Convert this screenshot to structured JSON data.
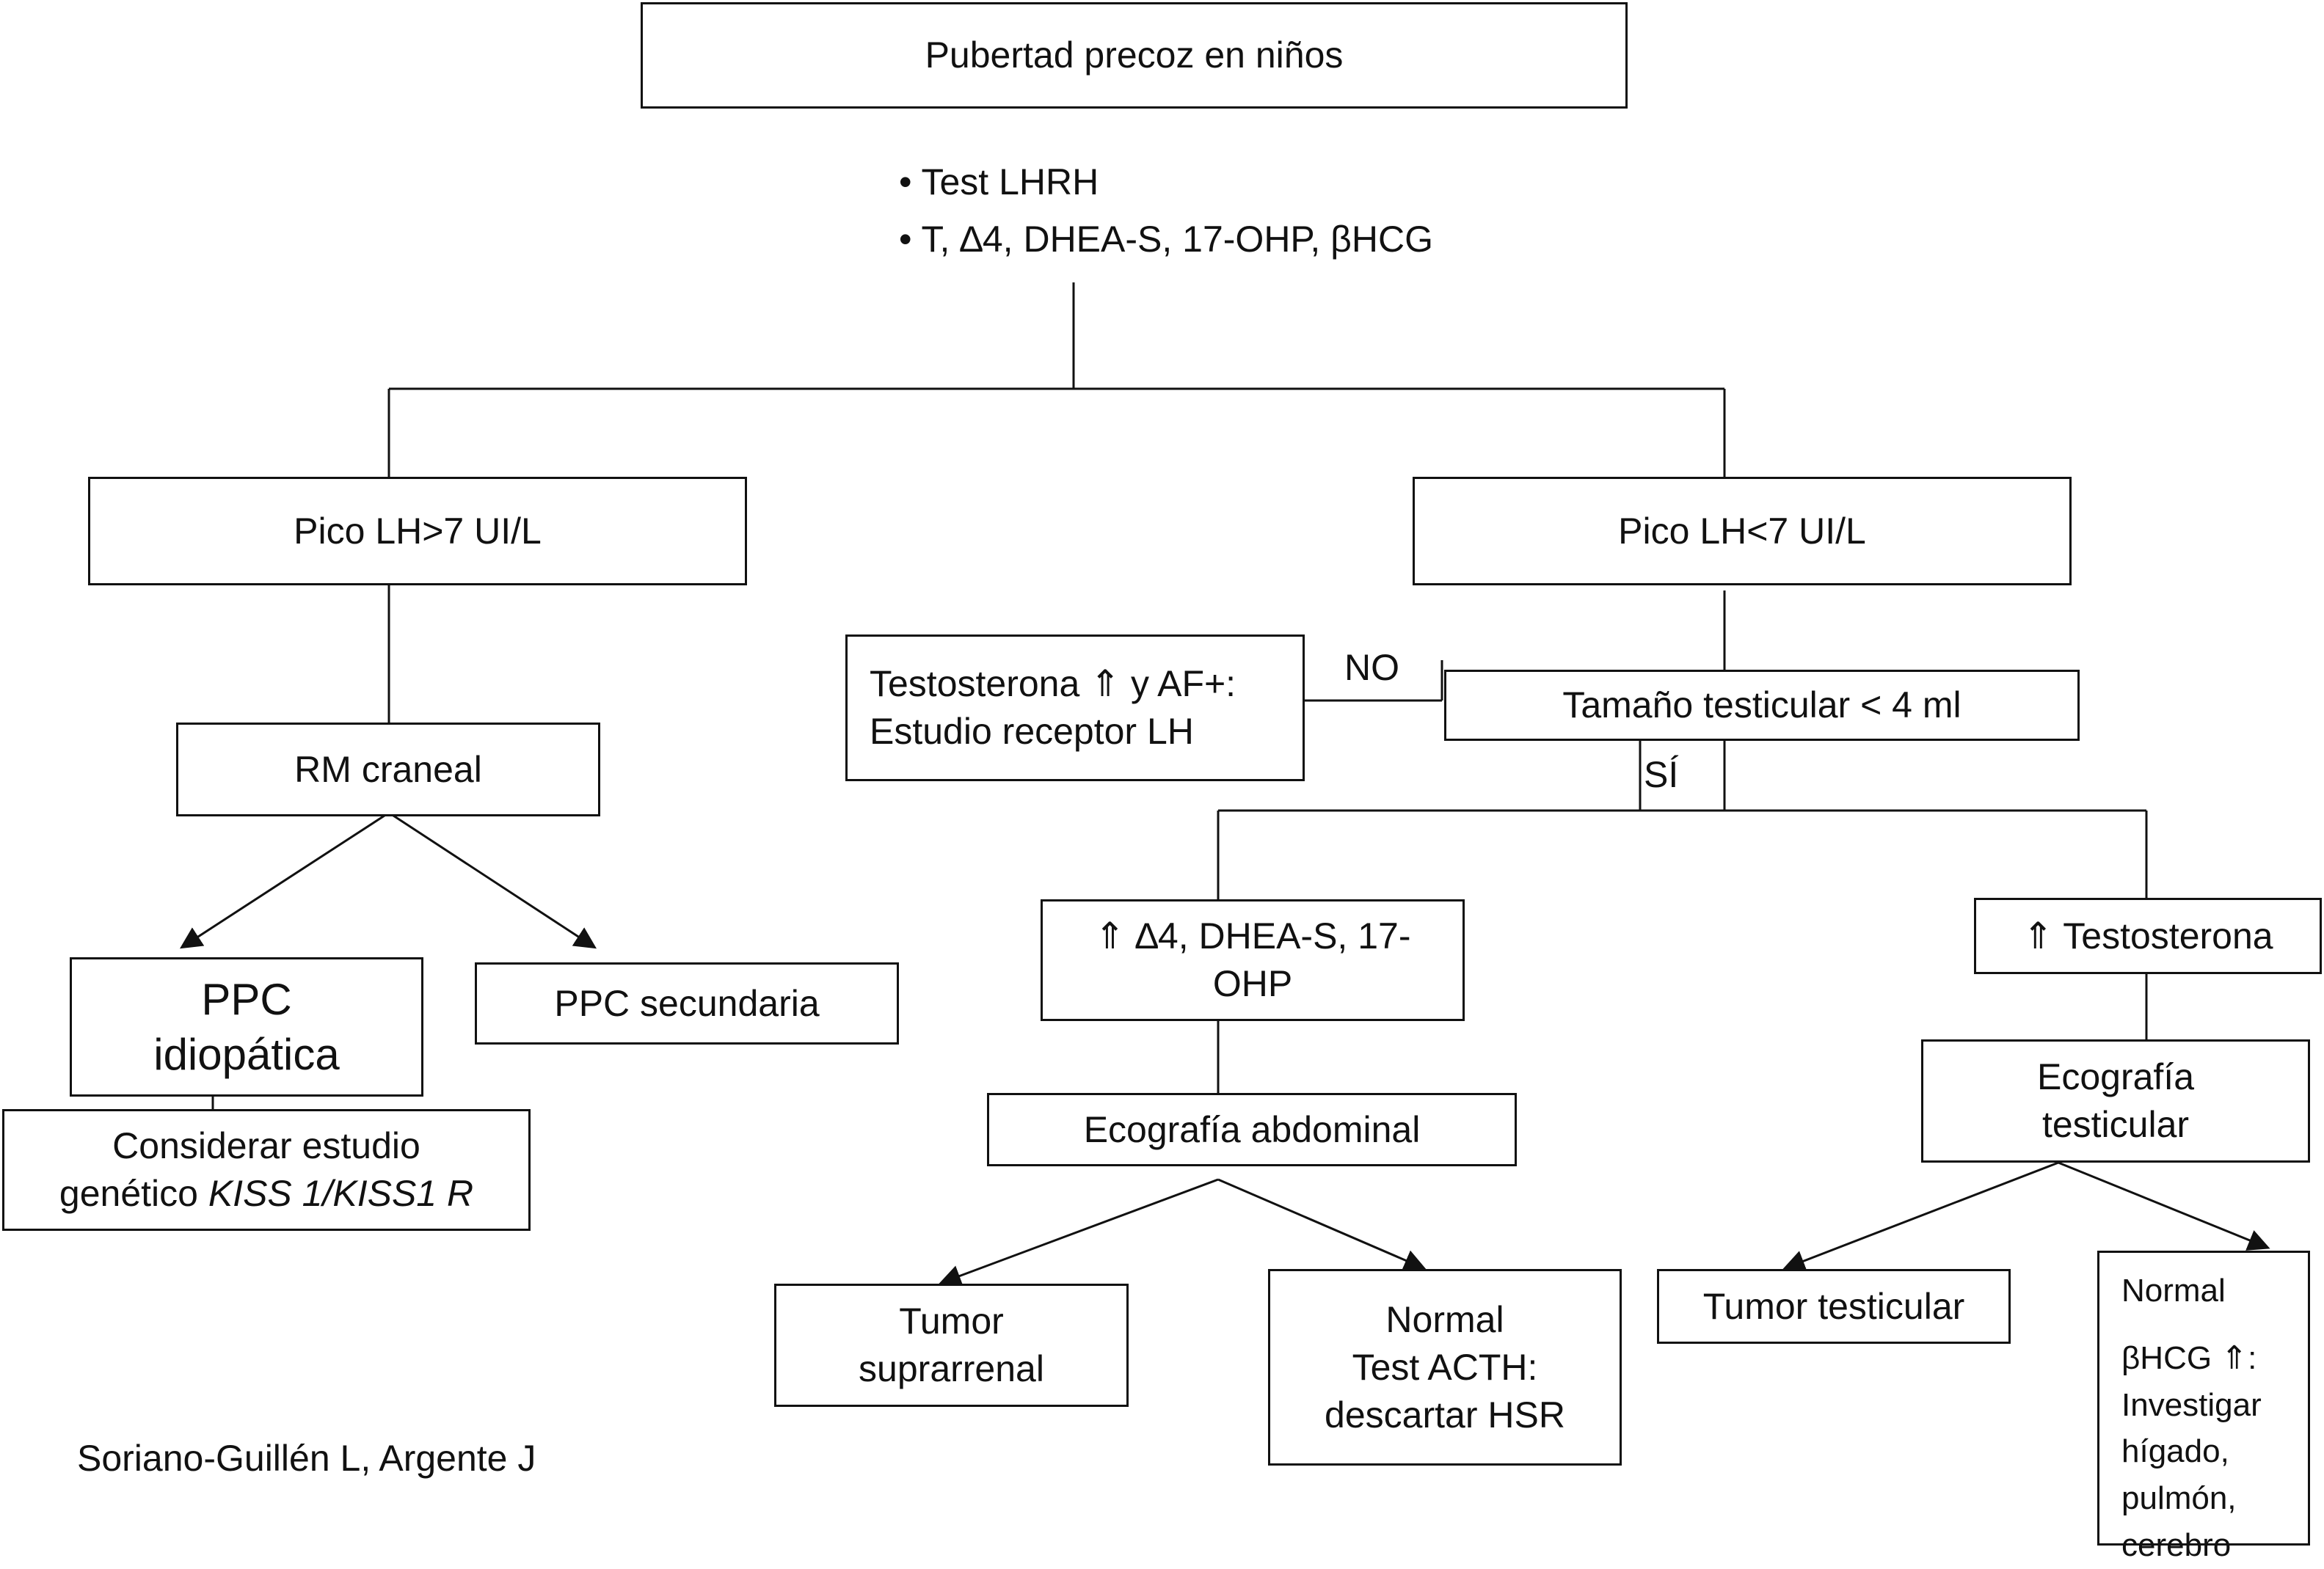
{
  "title": "Pubertad precoz en niños",
  "tests": [
    "• Test LHRH",
    "• T, ∆4, DHEA-S, 17-OHP, βHCG"
  ],
  "branch_high": "Pico LH>7 UI/L",
  "branch_low": "Pico LH<7 UI/L",
  "rm": "RM craneal",
  "ppc_idiopatica": [
    "PPC",
    "idiopática"
  ],
  "ppc_secundaria": "PPC secundaria",
  "genetic": {
    "line1": "Considerar estudio",
    "line2_prefix": "genético ",
    "line2_italic": "KISS 1/KISS1 R"
  },
  "testo_box": [
    "Testosterona ⇑ y AF+:",
    "Estudio receptor LH"
  ],
  "no_label": "NO",
  "si_label": "SÍ",
  "testicular_size": "Tamaño testicular < 4 ml",
  "adrenal_markers": [
    "⇑ ∆4, DHEA-S, 17-",
    "OHP"
  ],
  "eco_abdominal": "Ecografía abdominal",
  "tumor_suprarrenal": [
    "Tumor",
    "suprarrenal"
  ],
  "normal_acth": [
    "Normal",
    "Test ACTH:",
    "descartar HSR"
  ],
  "testosterona_up": "⇑ Testosterona",
  "eco_testicular": [
    "Ecografía",
    "testicular"
  ],
  "tumor_testicular": "Tumor testicular",
  "normal_hcg": [
    "Normal",
    "βHCG ⇑:",
    "Investigar",
    "hígado,",
    "pulmón,",
    "cerebro"
  ],
  "credit": "Soriano-Guillén L, Argente J"
}
